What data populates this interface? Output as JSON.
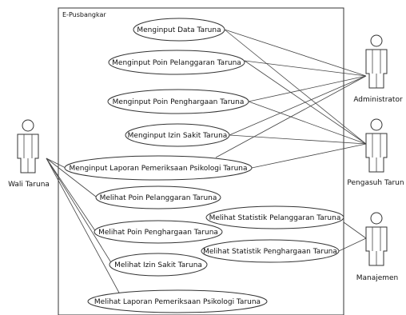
{
  "system": {
    "title": "E-Pusbangkar"
  },
  "actors": {
    "administrator": "Administrator",
    "pengasuh": "Pengasuh Tarun",
    "wali": "Wali Taruna",
    "manajemen": "Manajemen"
  },
  "use_cases": {
    "uc1": "Menginput Data Taruna",
    "uc2": "Menginput Poin Pelanggaran Taruna",
    "uc3": "Menginput Poin Penghargaan Taruna",
    "uc4": "Menginput Izin Sakit Taruna",
    "uc5": "Menginput Laporan Pemeriksaan Psikologi Taruna",
    "uc6": "Melihat Poin Pelanggaran Taruna",
    "uc7": "Melihat Statistik Pelanggaran Taruna",
    "uc8": "Melihat Poin Penghargaan Taruna",
    "uc9": "Melihat Statistik Penghargaan Taruna",
    "uc10": "Melihat  Izin Sakit Taruna",
    "uc11": "Melihat Laporan Pemeriksaan Psikologi Taruna"
  }
}
